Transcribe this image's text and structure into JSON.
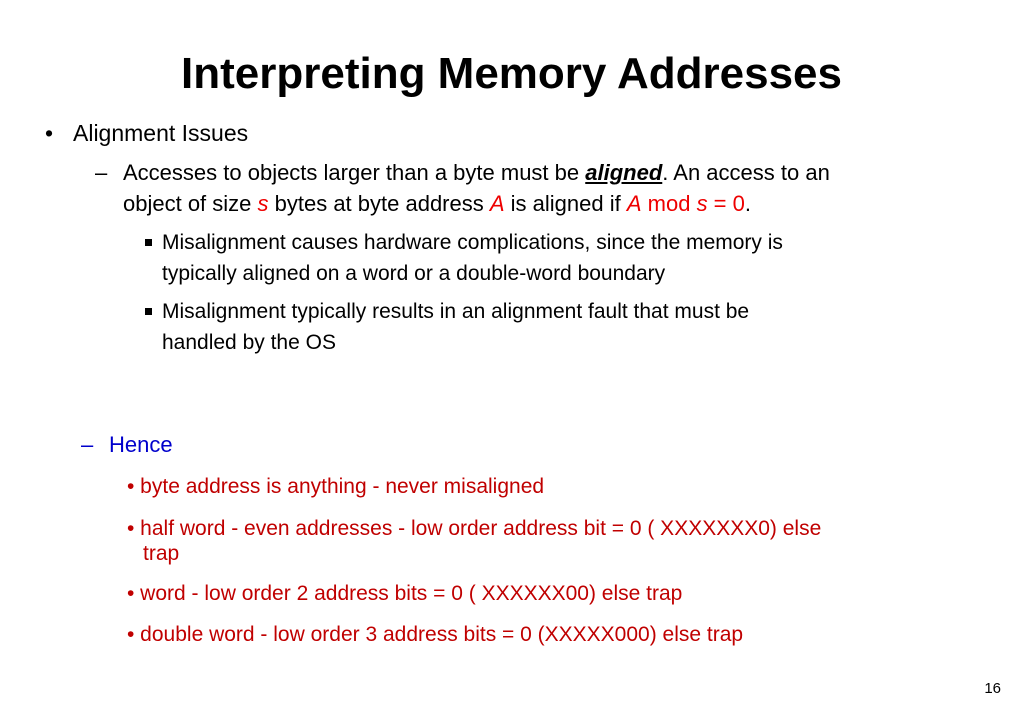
{
  "slide": {
    "title": "Interpreting Memory Addresses",
    "bullet1": {
      "marker": "•",
      "text": "Alignment Issues"
    },
    "dash1": {
      "marker": "–",
      "part1": "Accesses to objects larger than a byte must be ",
      "aligned": "aligned",
      "part2": ". An access to an",
      "part3": "object of size ",
      "var_s": "s",
      "part4": " bytes at byte address ",
      "var_A": "A",
      "part5": " is aligned if ",
      "var_A2": "A",
      "mod": " mod ",
      "var_s2": "s",
      "eq": " = 0",
      "period": "."
    },
    "sub_bullets": [
      {
        "line1": "Misalignment causes hardware complications, since the memory is",
        "line2": "typically aligned on a word or a double-word boundary"
      },
      {
        "line1": "Misalignment typically results in an alignment fault that must be",
        "line2": "handled by the OS"
      }
    ],
    "hence": {
      "marker": "–",
      "text": "Hence"
    },
    "hence_items": [
      {
        "line1": "• byte address is anything - never misaligned"
      },
      {
        "line1": "• half word - even addresses - low order address bit = 0 ( XXXXXXX0) else",
        "line2": "trap"
      },
      {
        "line1": "• word - low order 2 address bits = 0 ( XXXXXX00) else trap"
      },
      {
        "line1": "• double word - low order 3 address bits = 0 (XXXXX000) else trap"
      }
    ],
    "page_number": "16"
  },
  "colors": {
    "text": "#000000",
    "hence": "#0000cc",
    "hence_items": "#c00000",
    "emphasis": "#ee0000"
  }
}
